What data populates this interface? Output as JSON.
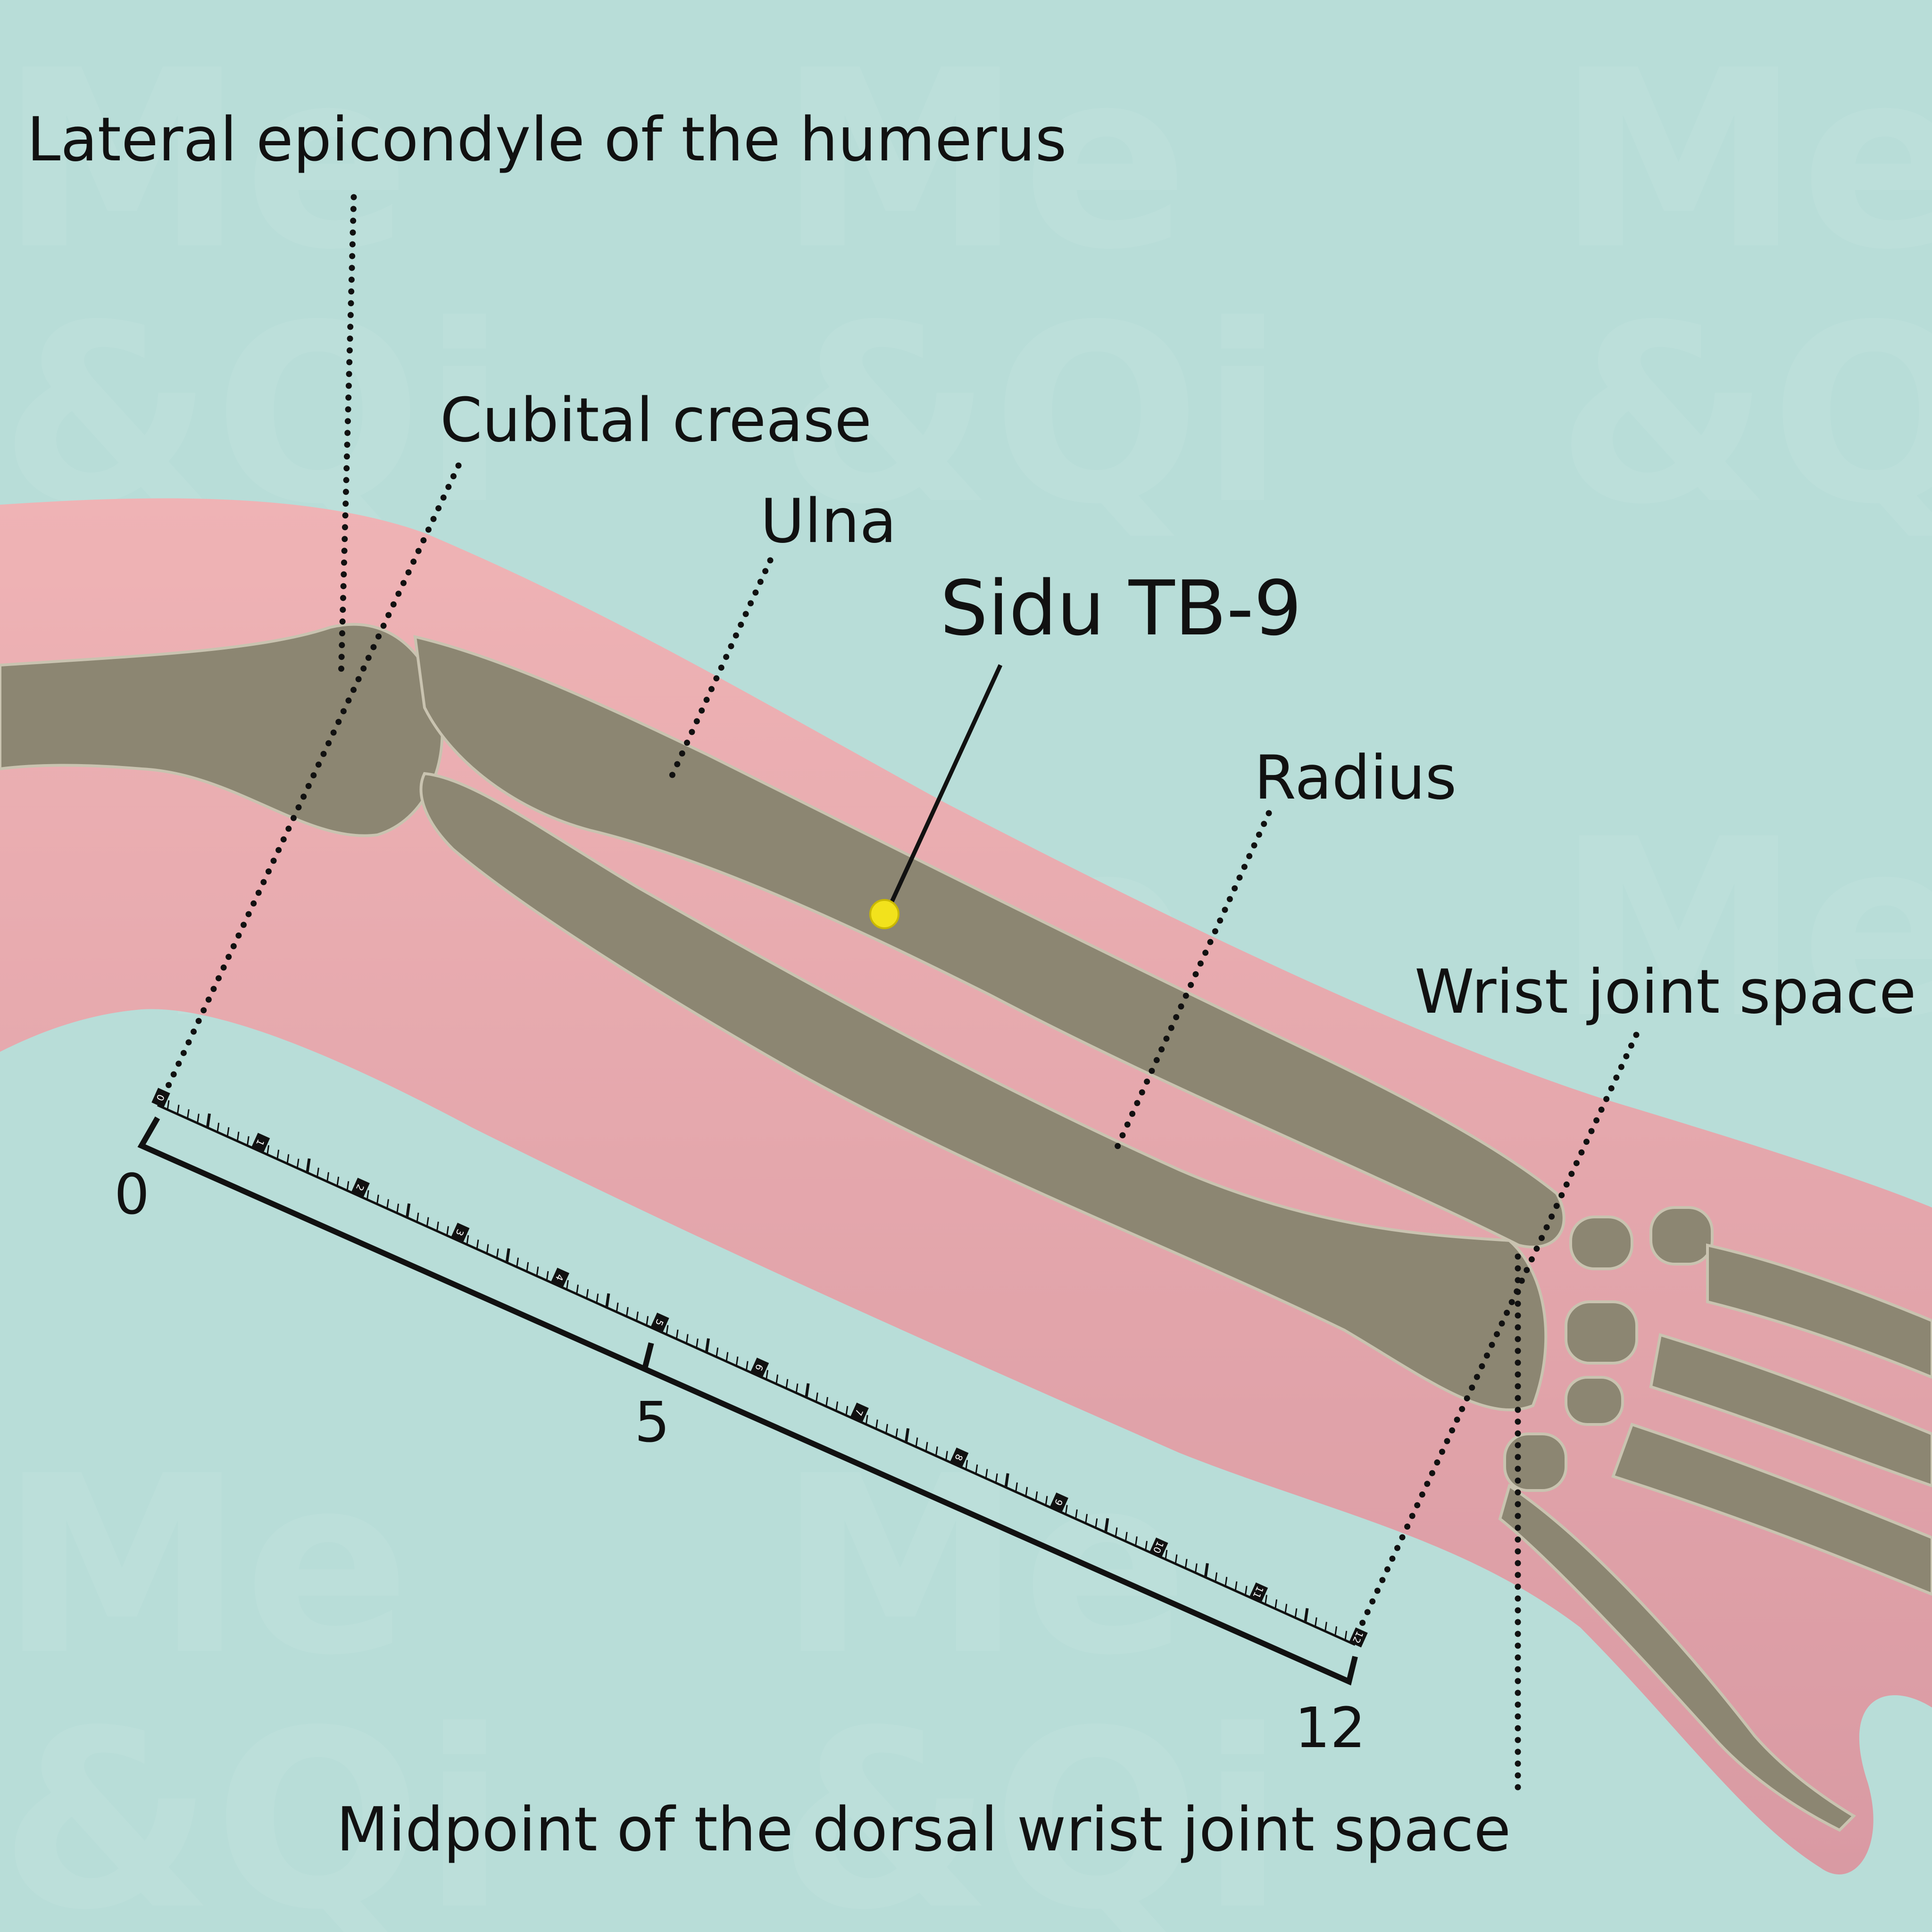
{
  "title": "Sidu TB-9",
  "colors": {
    "background": "#b8ddd8",
    "skin": "#e9a9ad",
    "bone": "#8c8672",
    "point": "#f2e21c",
    "ink": "#111111"
  },
  "watermark": {
    "line1": "Me",
    "line2": "&Qi"
  },
  "labels": {
    "lateral_epicondyle": "Lateral epicondyle of the humerus",
    "cubital_crease": "Cubital crease",
    "ulna": "Ulna",
    "point_name": "Sidu TB-9",
    "radius": "Radius",
    "wrist_joint_space": "Wrist joint space",
    "midpoint": "Midpoint of the dorsal wrist joint space"
  },
  "ruler": {
    "units": 12,
    "start_label": "0",
    "mid_label": "5",
    "end_label": "12",
    "mid_value": 5,
    "point_position_units": 5,
    "unit_numbers": [
      "0",
      "1",
      "2",
      "3",
      "4",
      "5",
      "6",
      "7",
      "8",
      "9",
      "10",
      "11",
      "12"
    ]
  }
}
